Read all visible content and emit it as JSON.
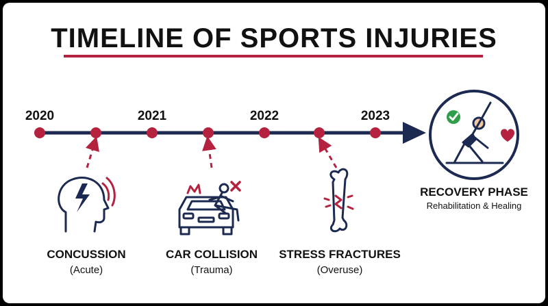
{
  "title": "TIMELINE OF SPORTS INJURIES",
  "years": [
    "2020",
    "2021",
    "2022",
    "2023"
  ],
  "events": [
    {
      "name": "CONCUSSION",
      "detail": "(Acute)",
      "icon": "head-lightning-icon"
    },
    {
      "name": "CAR COLLISION",
      "detail": "(Trauma)",
      "icon": "car-crash-icon"
    },
    {
      "name": "STRESS FRACTURES",
      "detail": "(Overuse)",
      "icon": "cracked-bone-icon"
    }
  ],
  "recovery": {
    "name": "RECOVERY PHASE",
    "detail": "Rehabilitation & Healing",
    "icon": "stretching-person-icon"
  },
  "colors": {
    "navy": "#1c2a52",
    "accent": "#b5223f",
    "check": "#2e9e4a",
    "skin": "#f2c9a0"
  }
}
